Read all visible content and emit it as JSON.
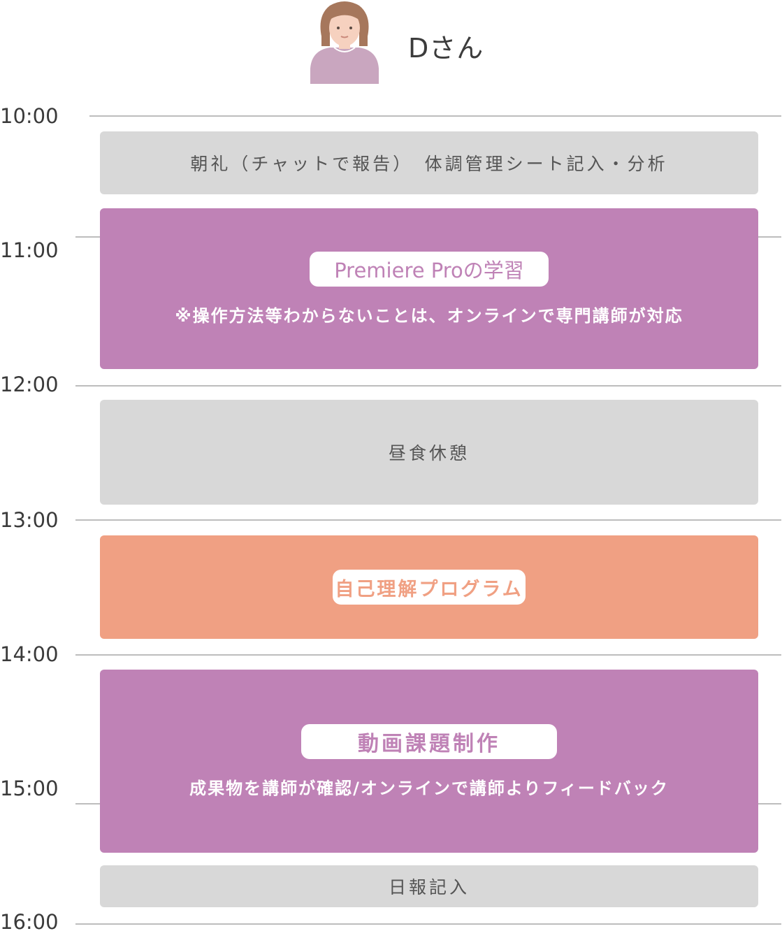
{
  "person": {
    "name": "Dさん",
    "avatar_icon": "woman-avatar-icon"
  },
  "times": [
    "10:00",
    "11:00",
    "12:00",
    "13:00",
    "14:00",
    "15:00",
    "16:00"
  ],
  "schedule": {
    "morning": "朝礼（チャットで報告）　体調管理シート記入・分析",
    "premiere": {
      "title": "Premiere Proの学習",
      "note": "※操作方法等わからないことは、オンラインで専門講師が対応"
    },
    "lunch": "昼食休憩",
    "self": {
      "title": "自己理解プログラム"
    },
    "video": {
      "title": "動画課題制作",
      "note": "成果物を講師が確認/オンラインで講師よりフィードバック"
    },
    "report": "日報記入"
  },
  "colors": {
    "purple": "#bf82b6",
    "orange": "#f0a083",
    "gray": "#d8d8d8"
  }
}
